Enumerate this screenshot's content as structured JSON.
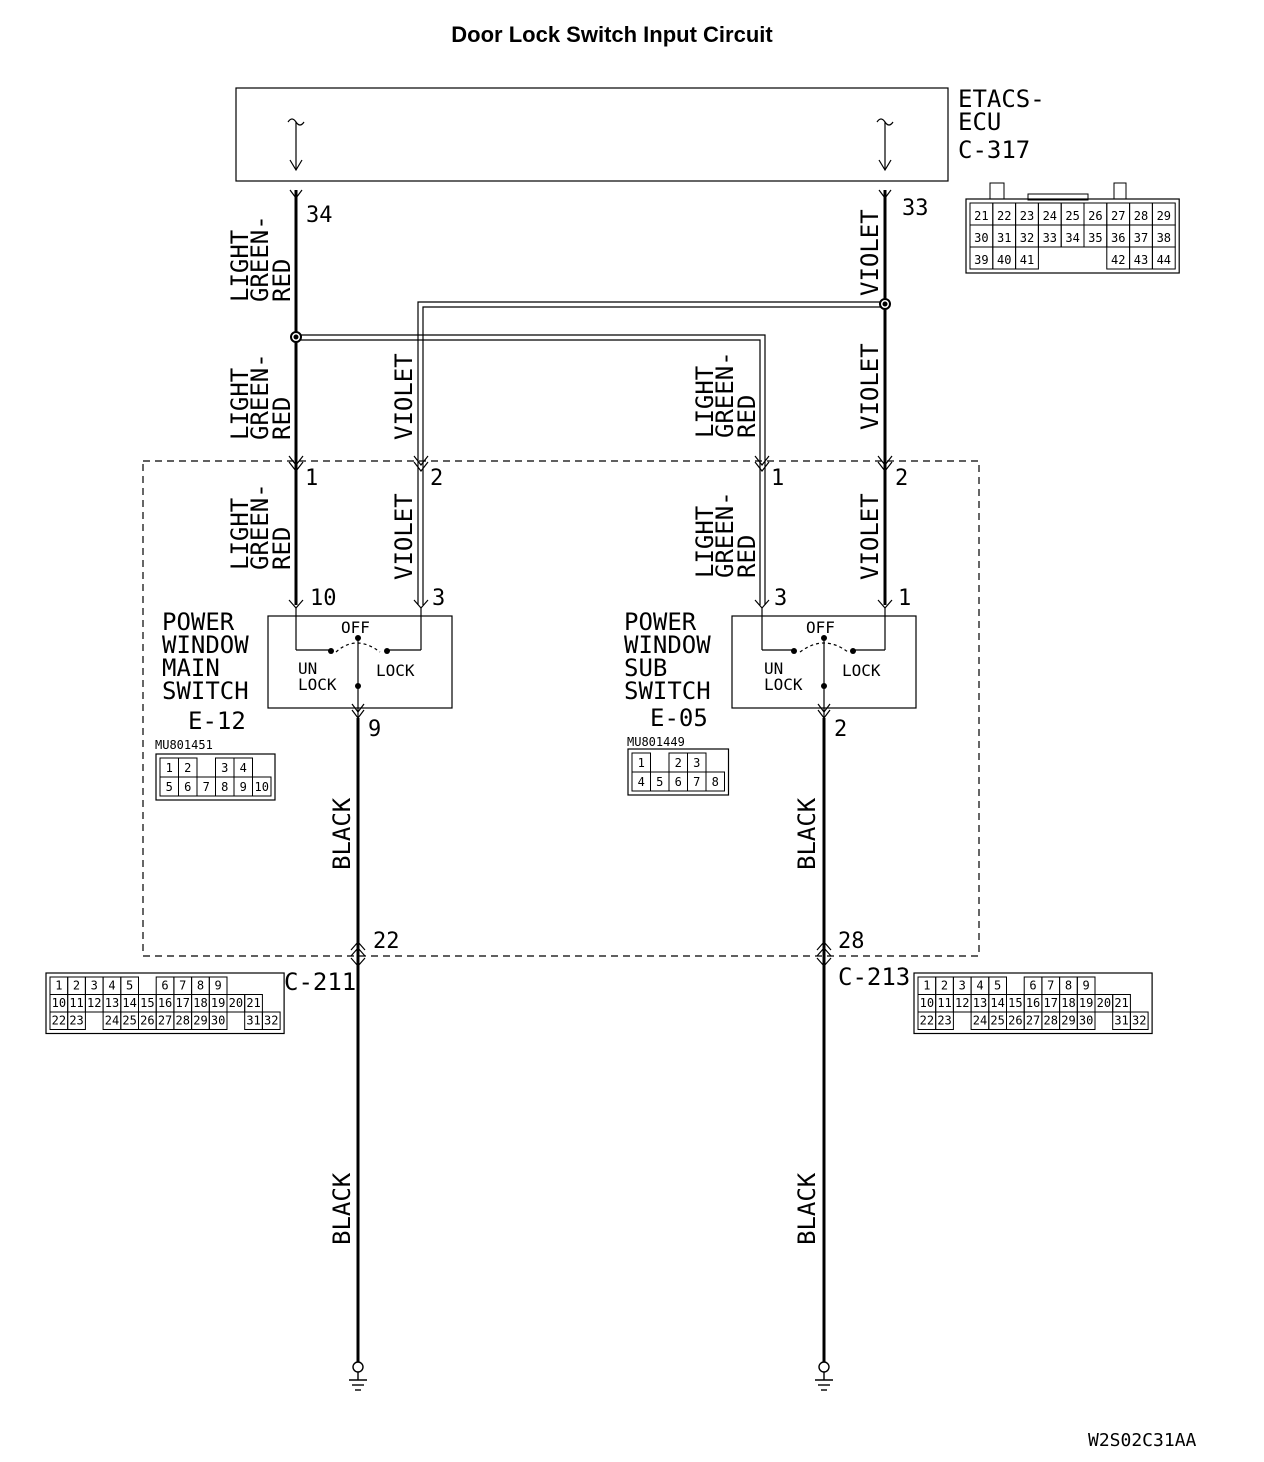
{
  "title": "Door Lock Switch Input Circuit",
  "ecu": {
    "name_line1": "ETACS-",
    "name_line2": "ECU",
    "connector": "C-317",
    "pin_left": "34",
    "pin_right": "33"
  },
  "c317_rows": [
    [
      "21",
      "22",
      "23",
      "24",
      "25",
      "26",
      "27",
      "28",
      "29"
    ],
    [
      "30",
      "31",
      "32",
      "33",
      "34",
      "35",
      "36",
      "37",
      "38"
    ],
    [
      "39",
      "40",
      "41",
      "",
      "",
      "",
      "42",
      "43",
      "44"
    ]
  ],
  "wires": {
    "lg_line1": "LIGHT",
    "lg_line2": "GREEN-",
    "lg_line3": "RED",
    "violet": "VIOLET",
    "black": "BLACK"
  },
  "main_switch": {
    "name_lines": [
      "POWER",
      "WINDOW",
      "MAIN",
      "SWITCH"
    ],
    "connector": "E-12",
    "part_no": "MU801451",
    "pin_top_left": "1",
    "pin_top_right": "2",
    "pin_sw_left": "10",
    "pin_sw_right": "3",
    "pin_bottom": "9",
    "off": "OFF",
    "un": "UN",
    "lock_left": "LOCK",
    "lock_right": "LOCK",
    "grid": [
      [
        "1",
        "2",
        "",
        "3",
        "4"
      ],
      [
        "5",
        "6",
        "7",
        "8",
        "9",
        "10"
      ]
    ]
  },
  "sub_switch": {
    "name_lines": [
      "POWER",
      "WINDOW",
      "SUB",
      "SWITCH"
    ],
    "connector": "E-05",
    "part_no": "MU801449",
    "pin_top_left": "1",
    "pin_top_right": "2",
    "pin_sw_left": "3",
    "pin_sw_right": "1",
    "pin_bottom": "2",
    "off": "OFF",
    "un": "UN",
    "lock_left": "LOCK",
    "lock_right": "LOCK",
    "grid": [
      [
        "1",
        "",
        "2",
        "3"
      ],
      [
        "4",
        "5",
        "6",
        "7",
        "8"
      ]
    ]
  },
  "c211": {
    "connector": "C-211",
    "pin": "22"
  },
  "c213": {
    "connector": "C-213",
    "pin": "28"
  },
  "big_conn_rows": [
    [
      "1",
      "2",
      "3",
      "4",
      "5",
      "",
      "6",
      "7",
      "8",
      "9"
    ],
    [
      "10",
      "11",
      "12",
      "13",
      "14",
      "15",
      "16",
      "17",
      "18",
      "19",
      "20",
      "21"
    ],
    [
      "22",
      "23",
      "",
      "24",
      "25",
      "26",
      "27",
      "28",
      "29",
      "30",
      "",
      "31",
      "32"
    ]
  ],
  "figure_code": "W2S02C31AA"
}
